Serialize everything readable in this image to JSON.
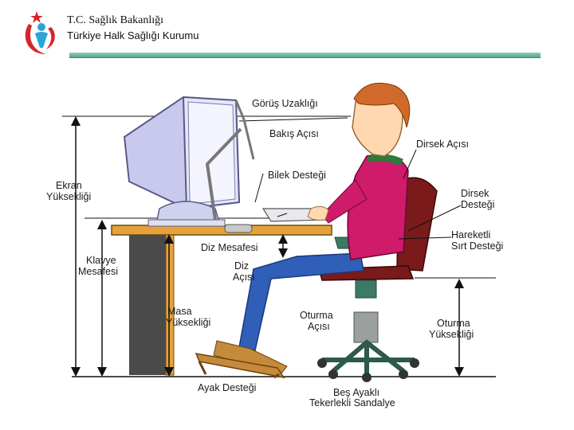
{
  "header": {
    "org_line1": "T.C. Sağlık Bakanlığı",
    "org_line2": "Türkiye Halk Sağlığı Kurumu"
  },
  "colors": {
    "header_rule": "#6fb9a1",
    "logo_red": "#d8232a",
    "logo_blue": "#2aa5d8",
    "shirt": "#d01a6a",
    "jeans": "#2f5fb8",
    "chair": "#7a1a1a",
    "chair_frame": "#3d7a66",
    "desk": "#e6a23a",
    "monitor": "#c9c9ee"
  },
  "labels": {
    "gorus_uzakligi": "Görüş Uzaklığı",
    "bakis_acisi": "Bakış Açısı",
    "bilek_destegi": "Bilek Desteği",
    "dirsek_acisi": "Dirsek Açısı",
    "dirsek_destegi_1": "Dirsek",
    "dirsek_destegi_2": "Desteği",
    "ekran_yuksekligi_1": "Ekran",
    "ekran_yuksekligi_2": "Yüksekliği",
    "klavye_mesafesi_1": "Klavye",
    "klavye_mesafesi_2": "Mesafesi",
    "diz_mesafesi": "Diz Mesafesi",
    "diz_acisi_1": "Diz",
    "diz_acisi_2": "Açısı",
    "hareketli_sirt_1": "Hareketli",
    "hareketli_sirt_2": "Sırt Desteği",
    "masa_yuksekligi_1": "Masa",
    "masa_yuksekligi_2": "Yüksekliği",
    "oturma_acisi_1": "Oturma",
    "oturma_acisi_2": "Açısı",
    "oturma_yuksekligi_1": "Oturma",
    "oturma_yuksekligi_2": "Yüksekliği",
    "ayak_destegi": "Ayak Desteği",
    "bes_ayakli_1": "Beş Ayaklı",
    "bes_ayakli_2": "Tekerlekli Sandalye"
  }
}
